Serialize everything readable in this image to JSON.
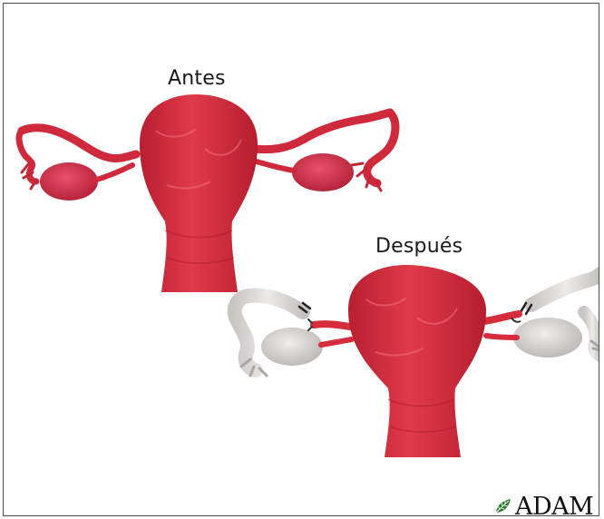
{
  "labels": {
    "before": "Antes",
    "after": "Después"
  },
  "logo": {
    "text": "ADAM"
  },
  "colors": {
    "organ": "#d62c3c",
    "organ_dark": "#b31e2d",
    "removed": "#dcdad7",
    "removed_dark": "#b6b4b1",
    "leaf": "#2f7d2f"
  }
}
